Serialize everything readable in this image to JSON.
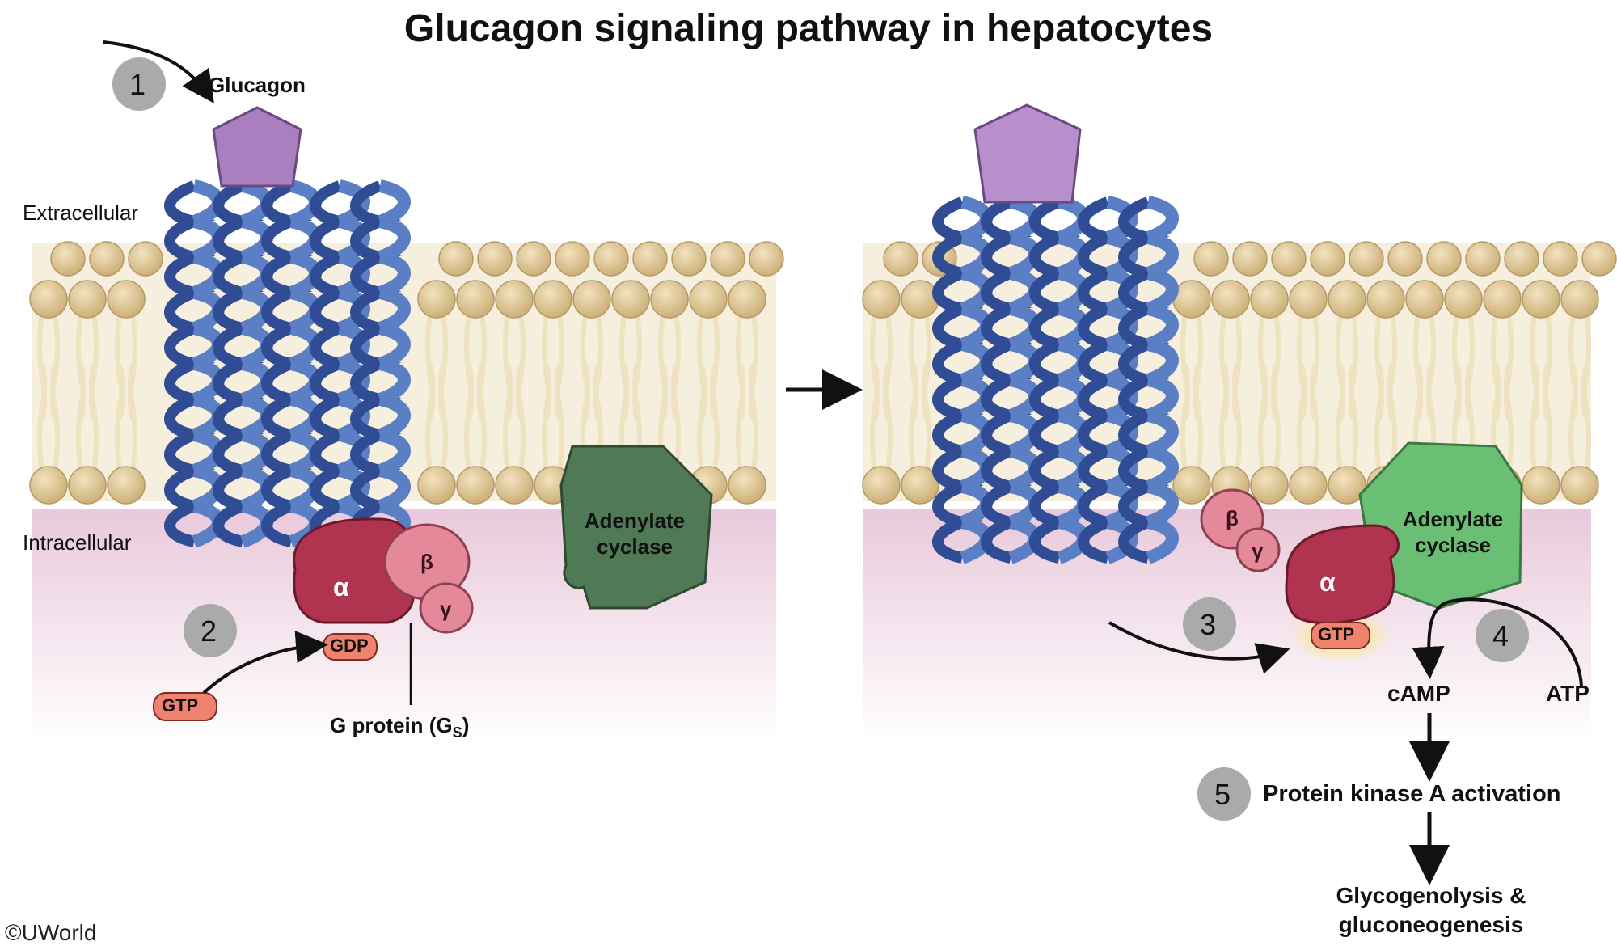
{
  "title": "Glucagon signaling pathway in hepatocytes",
  "labels": {
    "glucagon": "Glucagon",
    "extracellular": "Extracellular",
    "intracellular": "Intracellular",
    "adenylate_cyclase_line1": "Adenylate",
    "adenylate_cyclase_line2": "cyclase",
    "alpha": "α",
    "beta": "β",
    "gamma": "γ",
    "gdp": "GDP",
    "gtp": "GTP",
    "g_protein": "G protein (G",
    "g_protein_sub": "S",
    "g_protein_close": ")",
    "camp": "cAMP",
    "atp": "ATP",
    "pka": "Protein kinase A activation",
    "outcome_line1": "Glycogenolysis &",
    "outcome_line2": "gluconeogenesis",
    "copyright": "©UWorld"
  },
  "steps": [
    "1",
    "2",
    "3",
    "4",
    "5"
  ],
  "colors": {
    "glucagon": "#a97fc0",
    "receptor": "#5b7fc4",
    "receptor_dark": "#2f4c94",
    "lipid_head": "#dcc596",
    "lipid_tail": "#efe2c0",
    "intracellular_tint": "#efd9e6",
    "adenylate_inactive": "#4f7a55",
    "adenylate_active": "#6bbf74",
    "alpha": "#b0344f",
    "beta_gamma": "#e3899a",
    "gdp_gtp": "#f0836f",
    "gtp_glow": "#ffe24a",
    "step_circle": "#aaaaaa"
  }
}
